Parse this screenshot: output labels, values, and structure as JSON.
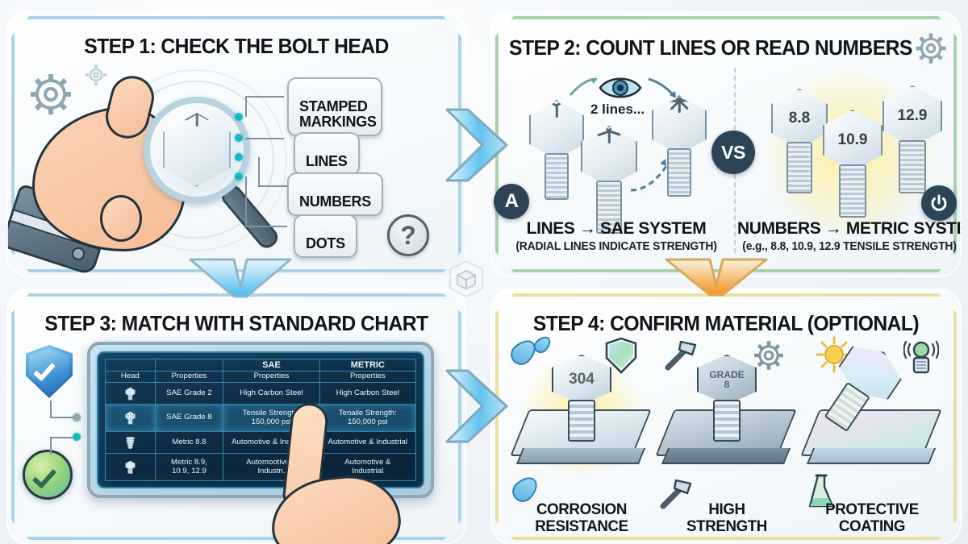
{
  "meta": {
    "accent_blue": "#3aa6dd",
    "accent_green": "#7cc47f",
    "accent_orange": "#e8a33c",
    "title_color": "#121417"
  },
  "step1": {
    "title": "STEP 1: CHECK THE BOLT HEAD",
    "callouts": [
      {
        "label": "STAMPED\nMARKINGS"
      },
      {
        "label": "LINES"
      },
      {
        "label": "NUMBERS"
      },
      {
        "label": "DOTS"
      }
    ],
    "help_icon": "?"
  },
  "step2": {
    "title": "STEP 2: COUNT LINES OR READ NUMBERS",
    "count_label": "2 lines...",
    "badge_a": "A",
    "vs_badge": "VS",
    "left": {
      "caption": "LINES → SAE SYSTEM",
      "subcaption": "(RADIAL LINES INDICATE STRENGTH)",
      "bolt_lines": [
        3,
        5,
        8
      ]
    },
    "right": {
      "caption": "NUMBERS → METRIC SYSTEM",
      "subcaption": "(e.g., 8.8, 10.9, 12.9 TENSILE STRENGTH)",
      "grades": [
        "8.8",
        "10.9",
        "12.9"
      ]
    }
  },
  "step3": {
    "title": "STEP 3: MATCH WITH STANDARD CHART",
    "table": {
      "group_headers": [
        "",
        "",
        "SAE",
        "METRIC"
      ],
      "columns": [
        "Head",
        "Properties",
        "Properties",
        "Properties"
      ],
      "rows": [
        {
          "head_icon": "bolt-head-plain",
          "properties": "SAE Grade 2",
          "sae": "High Carbon Steel",
          "metric": "High Carbon Steel",
          "highlight": false
        },
        {
          "head_icon": "bolt-head-radial",
          "properties": "SAE Grade 8",
          "sae": "Tensile Strength:\n150,000 psi",
          "metric": "Tenaile Strength:\n150,000 psi",
          "highlight": true
        },
        {
          "head_icon": "bolt-threaded",
          "properties": "Metric 8.8",
          "sae": "Automotive & Industrial",
          "metric": "Automotive & Industrial",
          "highlight": false
        },
        {
          "head_icon": "bolt-hex",
          "properties": "Metric 8.9,\n10.9, 12.9",
          "sae": "Automootive &\nIndustn.",
          "metric": "Automotive &\nIndustrial",
          "highlight": false
        }
      ]
    }
  },
  "step4": {
    "title": "STEP 4: CONFIRM MATERIAL (OPTIONAL)",
    "items": [
      {
        "caption": "CORROSION\nRESISTANCE",
        "bolt_mark": "304",
        "icons": [
          "water-drop-icon",
          "shield-icon",
          "water-drop-icon"
        ]
      },
      {
        "caption": "HIGH\nSTRENGTH",
        "bolt_mark": "GRADE\n8",
        "icons": [
          "hammer-icon",
          "gear-icon",
          "hammer-icon"
        ]
      },
      {
        "caption": "PROTECTIVE\nCOATING",
        "bolt_mark": "",
        "icons": [
          "sun-icon",
          "sensor-icon",
          "flask-icon"
        ]
      }
    ]
  }
}
